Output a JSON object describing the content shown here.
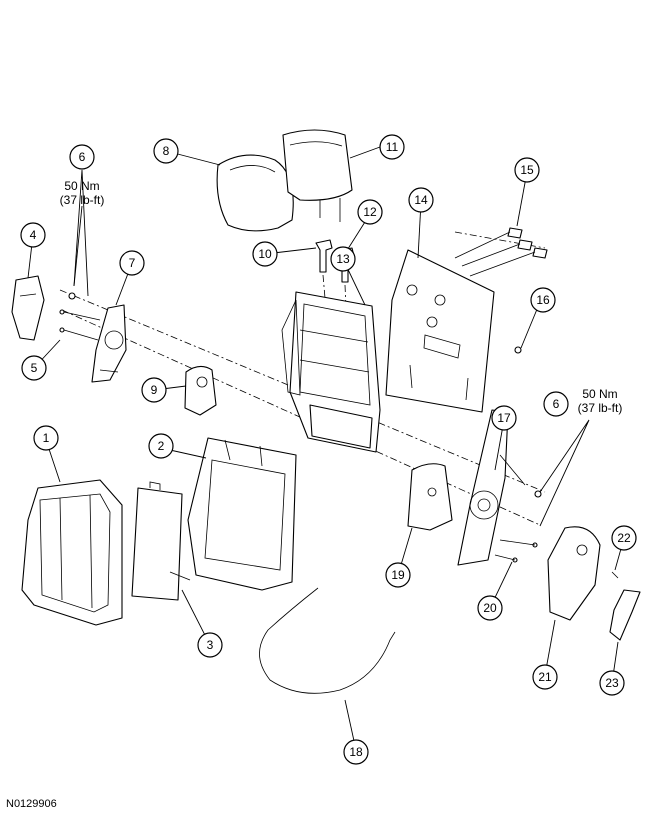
{
  "figure_id": "N0129906",
  "callouts": [
    "1",
    "2",
    "3",
    "4",
    "5",
    "6",
    "7",
    "8",
    "9",
    "10",
    "11",
    "12",
    "13",
    "14",
    "15",
    "16",
    "17",
    "18",
    "19",
    "20",
    "21",
    "22",
    "23"
  ],
  "torque_specs": [
    {
      "ref": "6",
      "value": "50 Nm",
      "imperial": "(37 lb-ft)"
    },
    {
      "ref": "6",
      "value": "50 Nm",
      "imperial": "(37 lb-ft)"
    }
  ]
}
